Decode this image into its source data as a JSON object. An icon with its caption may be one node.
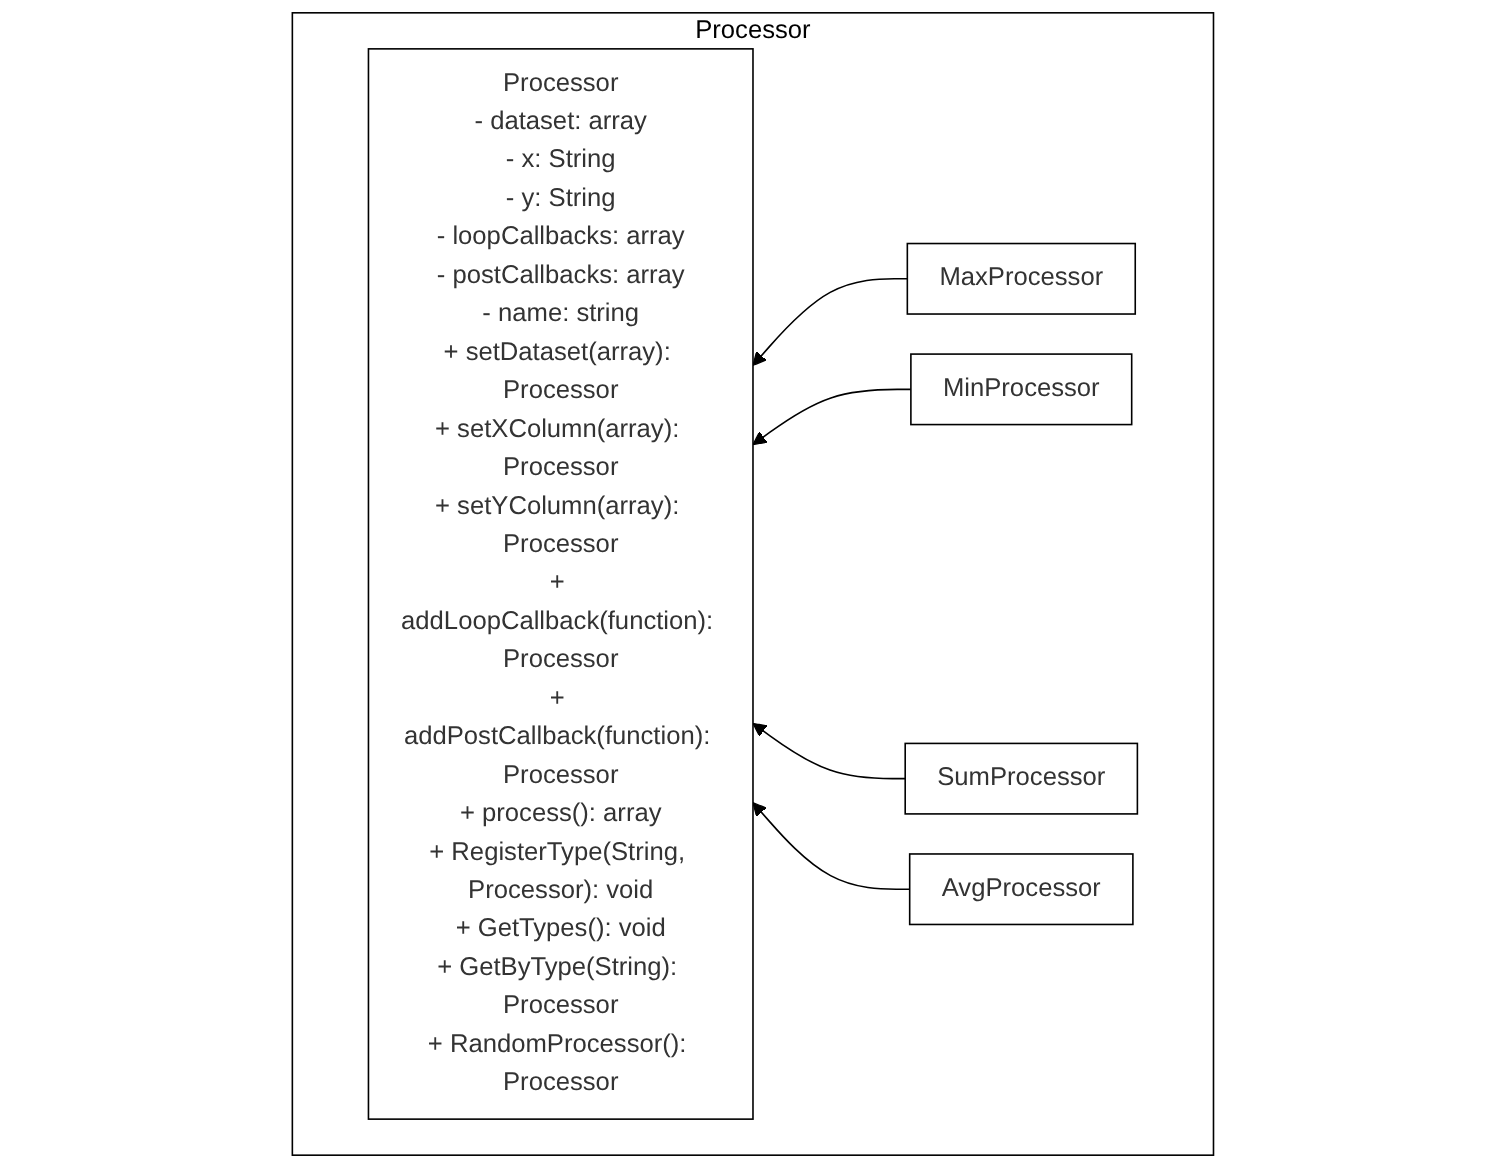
{
  "diagram": {
    "nodes": [
      {
        "text": [
          "Processor"
        ]
      },
      {
        "text": [
          "Processor",
          "- dataset: array",
          "- x: String",
          "- y: String",
          "- loopCallbacks: array",
          "- postCallbacks: array",
          "- name: string",
          "+ setDataset(array): Processor",
          "+ setXColumn(array): Processor",
          "+ setYColumn(array): Processor",
          "+ addLoopCallback(function): Processor",
          "+ addPostCallback(function): Processor",
          "+ process(): array",
          "+ RegisterType(String, Processor): void",
          "+ GetTypes(): void",
          "+ GetByType(String): Processor",
          "+ RandomProcessor(): Processor"
        ],
        "in": 0
      },
      {
        "text": [
          "MaxProcessor"
        ],
        "in": 0
      },
      {
        "text": [
          "MinProcessor"
        ],
        "in": 0
      },
      {
        "text": [
          "SumProcessor"
        ],
        "in": 0
      },
      {
        "text": [
          "AvgProcessor"
        ],
        "in": 0
      }
    ],
    "edges": [
      {
        "from": 2,
        "to": 1,
        "arrow": "to"
      },
      {
        "from": 3,
        "to": 1,
        "arrow": "to"
      },
      {
        "from": 4,
        "to": 1,
        "arrow": "to"
      },
      {
        "from": 5,
        "to": 1,
        "arrow": "to"
      }
    ]
  }
}
